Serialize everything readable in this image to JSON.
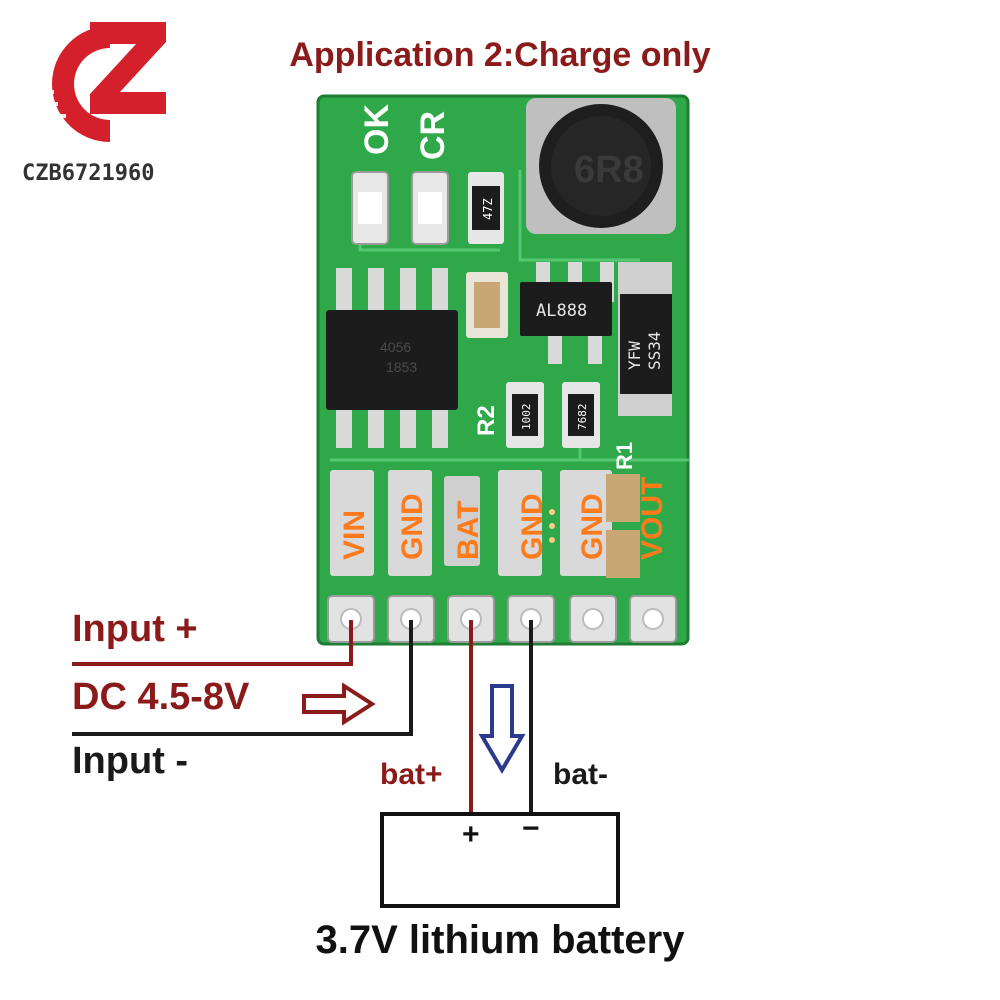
{
  "brand": {
    "logo_text": "CZB6721960"
  },
  "title": "Application 2:Charge only",
  "board": {
    "led_labels": [
      "OK",
      "CR"
    ],
    "chips": {
      "boost": "AL888",
      "charger_line1": "4056",
      "charger_line2": "1853",
      "diode_line1": "YFW",
      "diode_line2": "SS34"
    },
    "resistor_codes": [
      "47Z",
      "1002",
      "7682"
    ],
    "resistor_labels": [
      "R2",
      "R1"
    ],
    "inductor_code": "6R8",
    "pin_labels": [
      "VIN",
      "GND",
      "BAT",
      "GND",
      "GND",
      "VOUT"
    ]
  },
  "labels": {
    "input_plus": "Input +",
    "dc_range": "DC 4.5-8V",
    "input_minus": "Input -",
    "bat_plus": "bat+",
    "bat_minus": "bat-",
    "battery_plus": "+",
    "battery_minus": "−",
    "battery_caption": "3.7V lithium battery"
  },
  "colors": {
    "title": "#8b1a1a",
    "positive_wire": "#8b1a1a",
    "negative_wire": "#1a1a1a",
    "pcb": "#2fa84a",
    "pin_label": "#ff7a1a",
    "arrow": "#2b3a8f",
    "logo": "#d4202a"
  }
}
